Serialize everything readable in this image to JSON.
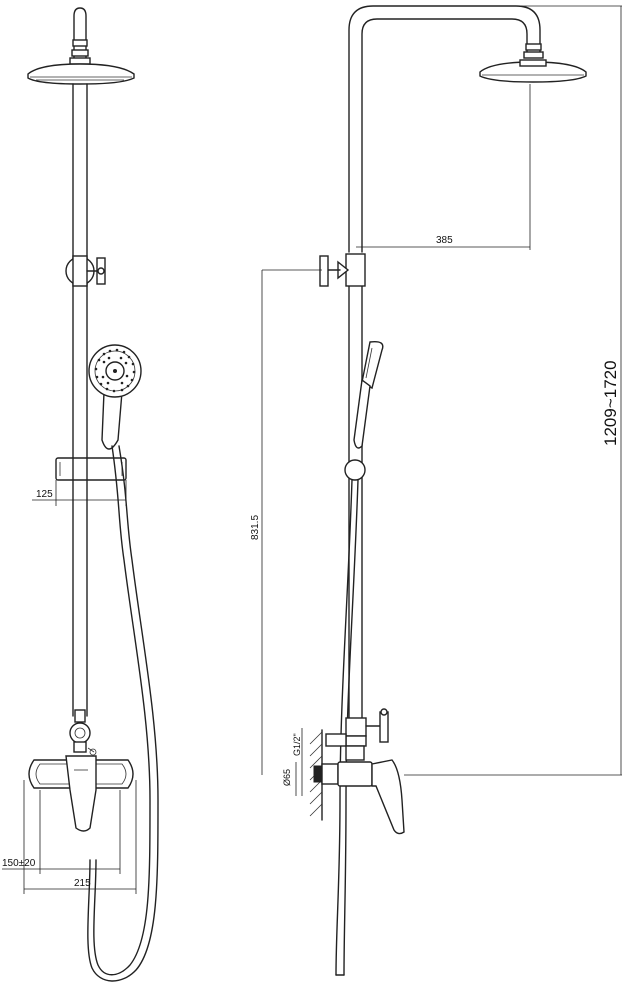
{
  "dimensions": {
    "handset_holder_offset": "125",
    "wall_to_center": "150±20",
    "mixer_width": "215",
    "top_arm_reach": "385",
    "valve_to_mixer": "831.5",
    "thread": "G1/2\"",
    "flange": "Ø65",
    "total_height": "1209~1720"
  }
}
